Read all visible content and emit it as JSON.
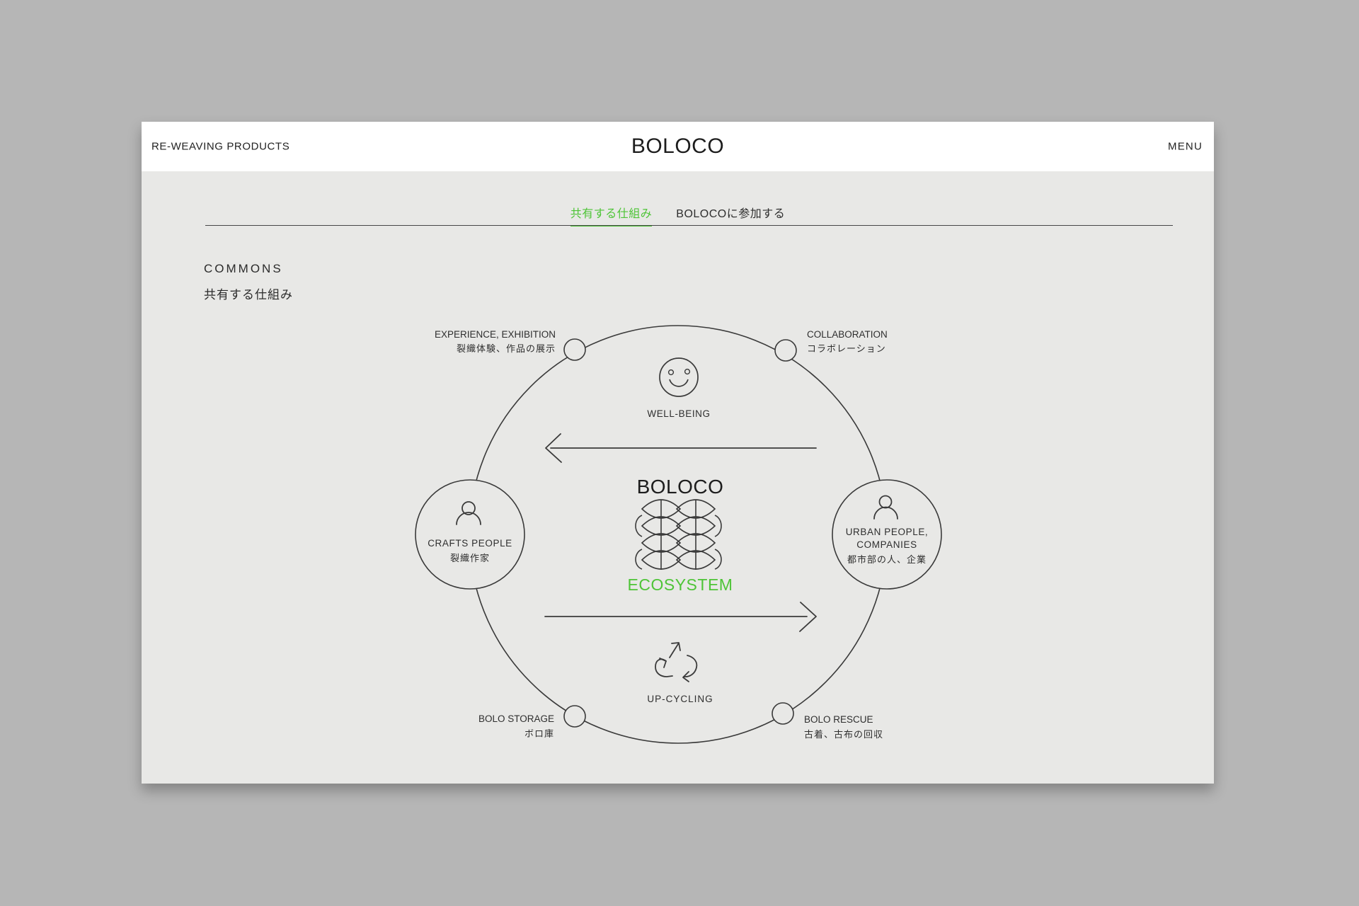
{
  "colors": {
    "background": "#b6b6b6",
    "surface": "#e8e8e6",
    "header": "#ffffff",
    "ink": "#2e2e2e",
    "stroke": "#3a3a3a",
    "green": "#4ec437"
  },
  "header": {
    "left": "RE-WEAVING PRODUCTS",
    "title": "BOLOCO",
    "right": "MENU"
  },
  "tabs": {
    "active": "共有する仕組み",
    "inactive": "BOLOCOに参加する"
  },
  "section": {
    "title": "COMMONS",
    "subtitle": "共有する仕組み"
  },
  "diagram": {
    "brand": "BOLOCO",
    "ecosystem": "ECOSYSTEM",
    "well_being": "WELL-BEING",
    "up_cycling": "UP-CYCLING",
    "crafts_people": {
      "line1": "CRAFTS PEOPLE",
      "line2": "裂織作家"
    },
    "urban_people": {
      "line1": "URBAN PEOPLE,",
      "line2": "COMPANIES",
      "line3": "都市部の人、企業"
    },
    "experience": {
      "en": "EXPERIENCE, EXHIBITION",
      "jp": "裂織体験、作品の展示"
    },
    "collaboration": {
      "en": "COLLABORATION",
      "jp": "コラボレーション"
    },
    "bolo_storage": {
      "en": "BOLO STORAGE",
      "jp": "ボロ庫"
    },
    "bolo_rescue": {
      "en": "BOLO RESCUE",
      "jp": "古着、古布の回収"
    }
  }
}
